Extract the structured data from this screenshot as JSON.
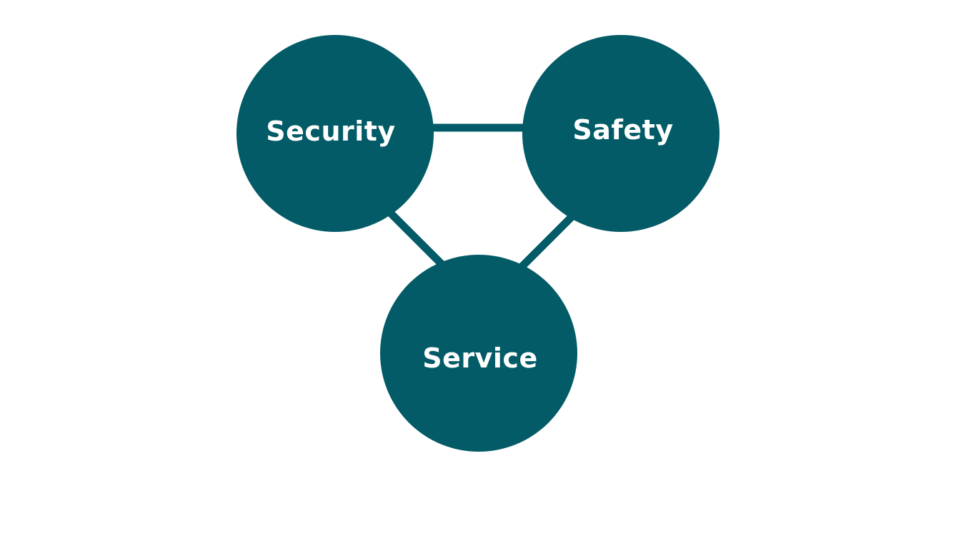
{
  "diagram": {
    "colors": {
      "node_fill": "#025b66",
      "connector": "#025b66",
      "label_text": "#ffffff",
      "background": "#ffffff"
    },
    "nodes": [
      {
        "id": "security",
        "label": "Security"
      },
      {
        "id": "safety",
        "label": "Safety"
      },
      {
        "id": "service",
        "label": "Service"
      }
    ],
    "edges": [
      {
        "from": "security",
        "to": "safety"
      },
      {
        "from": "security",
        "to": "service"
      },
      {
        "from": "safety",
        "to": "service"
      }
    ]
  }
}
